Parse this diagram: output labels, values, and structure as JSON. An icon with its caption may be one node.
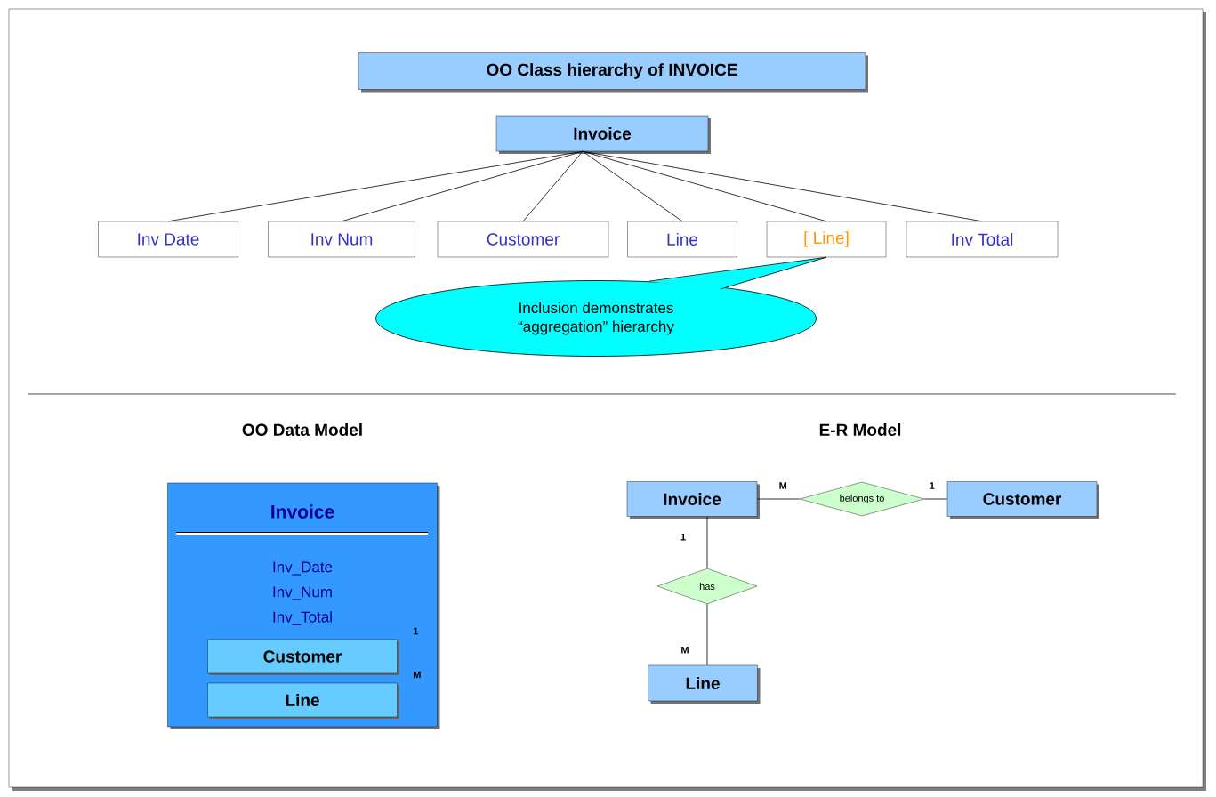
{
  "diagram": {
    "nodes": [
      {
        "text": [
          "OO Class hierarchy of INVOICE"
        ]
      },
      {
        "text": [
          "Invoice"
        ]
      },
      {
        "text": [
          "Inv Date"
        ]
      },
      {
        "text": [
          "Inv Num"
        ]
      },
      {
        "text": [
          "Customer"
        ]
      },
      {
        "text": [
          "Line"
        ]
      },
      {
        "text": [
          "[ Line]"
        ]
      },
      {
        "text": [
          "Inv Total"
        ]
      },
      {
        "text": [
          "Inclusion demonstrates “aggregation” hierarchy"
        ]
      },
      {
        "text": [
          "Invoice",
          "Inv_Date",
          "Inv_Num",
          "Inv_Total"
        ]
      },
      {
        "text": [
          "Customer"
        ],
        "in": 9,
        "beside": [
          "1"
        ]
      },
      {
        "text": [
          "Line"
        ],
        "in": 9,
        "beside": [
          "M"
        ]
      },
      {
        "text": [
          "Invoice"
        ]
      },
      {
        "text": [
          "belongs to"
        ]
      },
      {
        "text": [
          "Customer"
        ]
      },
      {
        "text": [
          "has"
        ]
      },
      {
        "text": [
          "Line"
        ]
      }
    ],
    "edges": [
      {
        "from": 1,
        "to": 2,
        "arrow": "none"
      },
      {
        "from": 1,
        "to": 3,
        "arrow": "none"
      },
      {
        "from": 1,
        "to": 4,
        "arrow": "none"
      },
      {
        "from": 1,
        "to": 5,
        "arrow": "none"
      },
      {
        "from": 1,
        "to": 6,
        "arrow": "none"
      },
      {
        "from": 1,
        "to": 7,
        "arrow": "none"
      },
      {
        "from": 8,
        "to": 6,
        "arrow": "none"
      },
      {
        "from": 12,
        "to": 13,
        "arrow": "none",
        "label": "M"
      },
      {
        "from": 13,
        "to": 14,
        "arrow": "none",
        "label": "1"
      },
      {
        "from": 12,
        "to": 15,
        "arrow": "none",
        "label": "1"
      },
      {
        "from": 15,
        "to": 16,
        "arrow": "none",
        "label": "M"
      }
    ],
    "labels": [
      "OO Data Model",
      "E-R Model"
    ]
  }
}
